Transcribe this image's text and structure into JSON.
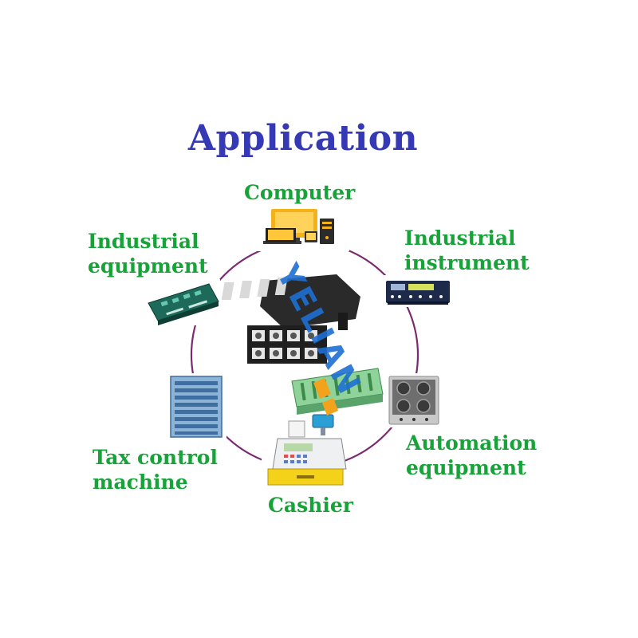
{
  "title": "Application",
  "brand": "YELIAN",
  "colors": {
    "title": "#3539b5",
    "label": "#16a338",
    "ring": "#7a2a6e",
    "watermark_blue": "#1e6fd1",
    "watermark_orange": "#f2a21b"
  },
  "nodes": {
    "computer": {
      "label": "Computer",
      "icon": "computer-icon"
    },
    "industrial_instrument": {
      "lines": [
        "Industrial",
        "instrument"
      ],
      "icon": "industrial-instrument-icon"
    },
    "automation_equipment": {
      "lines": [
        "Automation",
        "equipment"
      ],
      "icon": "automation-equipment-icon"
    },
    "cashier": {
      "label": "Cashier",
      "icon": "cash-register-icon"
    },
    "tax_control_machine": {
      "lines": [
        "Tax control",
        "machine"
      ],
      "icon": "tax-control-machine-icon"
    },
    "industrial_equipment": {
      "lines": [
        "Industrial",
        "equipment"
      ],
      "icon": "circuit-board-icon"
    }
  },
  "center": {
    "icon": "terminal-block-icon"
  }
}
